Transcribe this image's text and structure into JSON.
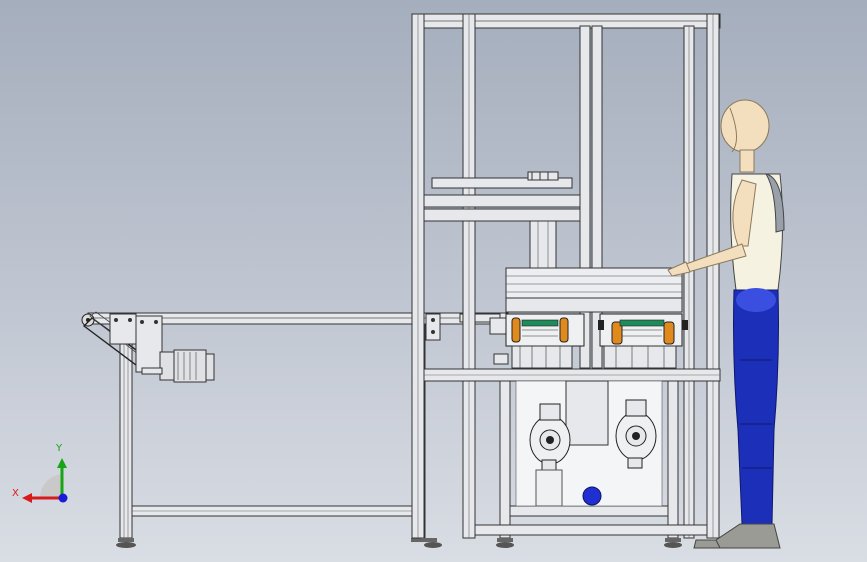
{
  "viewport": {
    "background_top": "#a5aebd",
    "background_bottom": "#d9dde4"
  },
  "scene": {
    "model": "conveyor-and-vise-station-front-view",
    "frame_color": "#e6e8ec",
    "frame_outline": "#333333",
    "motor_color": "#dfe1e5",
    "clamp_accent": "#e08a1e",
    "clamp_green": "#1f8a5a",
    "manikin_skin": "#f3dfbd",
    "manikin_pants": "#1c2fb8",
    "manikin_shirt": "#f6f2e2",
    "marker_ball": "#1f2fd0"
  },
  "triad": {
    "x_label": "X",
    "y_label": "Y",
    "x_color": "#d91a1a",
    "y_color": "#16a516",
    "z_color": "#1a1ad9"
  }
}
